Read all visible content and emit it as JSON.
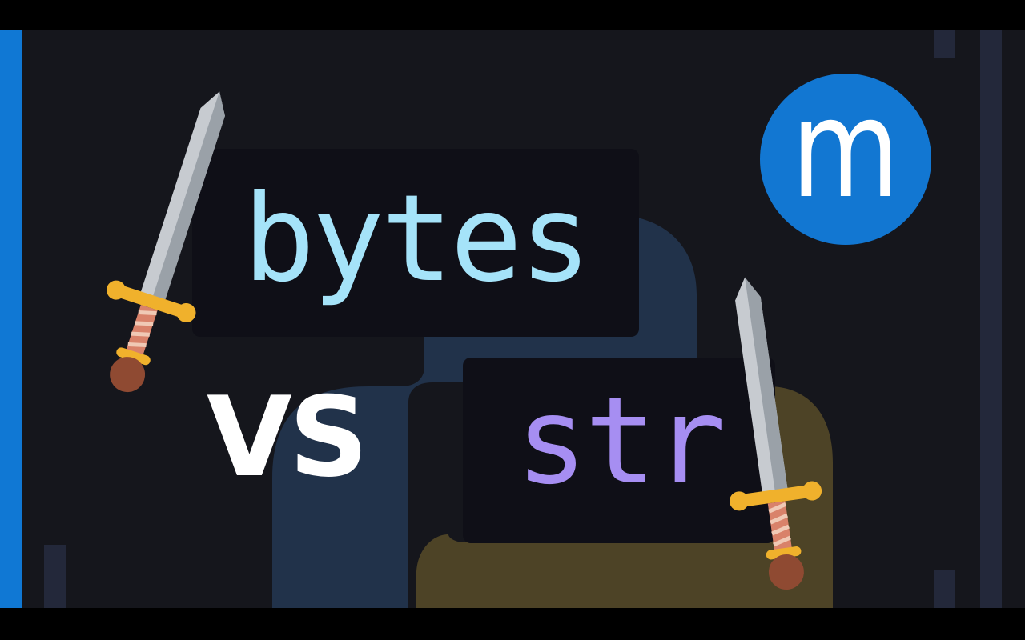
{
  "thumbnail": {
    "word_left": "bytes",
    "versus": "VS",
    "word_right": "str",
    "logo_letter": "m"
  },
  "colors": {
    "background": "#15161c",
    "accent_bar": "#1078d4",
    "bytes_text": "#a5e3f9",
    "str_text": "#a68ef2",
    "versus_text": "#ffffff",
    "logo_circle": "#1277d2",
    "python_blue": "#21324a",
    "python_yellow": "#4d4326"
  },
  "icons": {
    "left_sword": "sword-icon",
    "right_sword": "sword-icon",
    "background_logo": "python-logo-icon",
    "channel_logo": "m-logo-icon"
  }
}
